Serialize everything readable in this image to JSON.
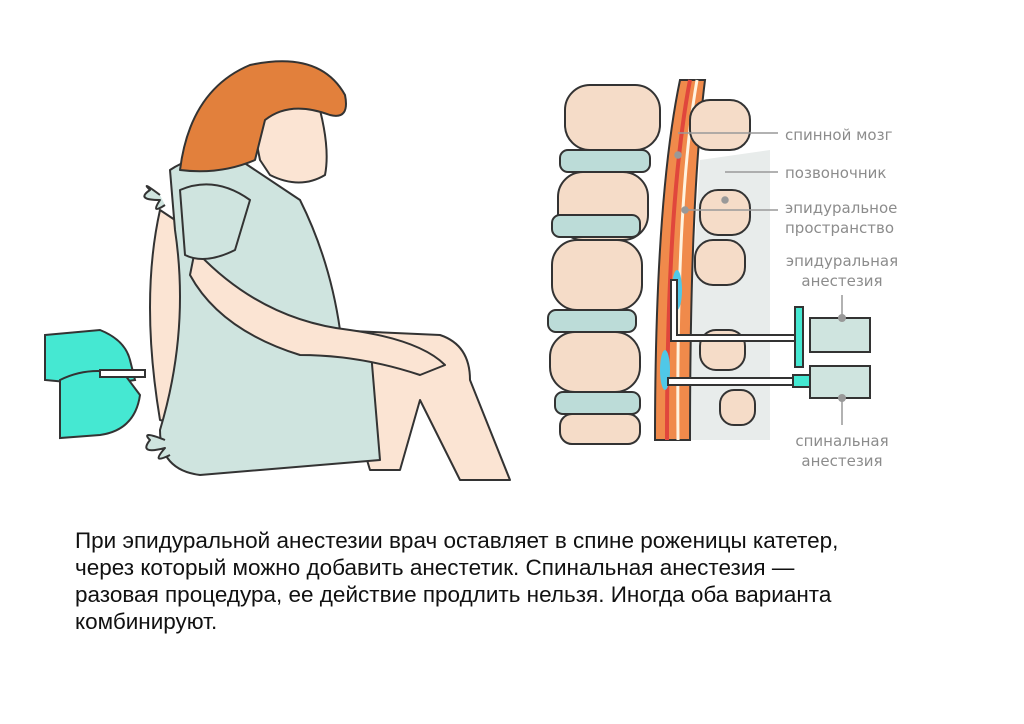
{
  "labels": {
    "spinal_cord": "спинной мозг",
    "spine": "позвоночник",
    "epidural_space": [
      "эпидуральное",
      "пространство"
    ],
    "epidural_anesthesia": [
      "эпидуральная",
      "анестезия"
    ],
    "spinal_anesthesia": [
      "спинальная",
      "анестезия"
    ]
  },
  "caption": [
    "При эпидуральной анестезии врач оставляет в спине роженицы катетер,",
    "через который можно добавить анестетик. Спинальная анестезия —",
    "разовая процедура, ее действие продлить нельзя. Иногда оба варианта",
    "комбинируют."
  ],
  "colors": {
    "hair": "#e2803c",
    "gown": "#cfe4df",
    "skin": "#fbe4d3",
    "glove": "#45e8d2",
    "disc": "#bcdcd8",
    "cord": "#f08a4b",
    "outline": "#333333"
  }
}
